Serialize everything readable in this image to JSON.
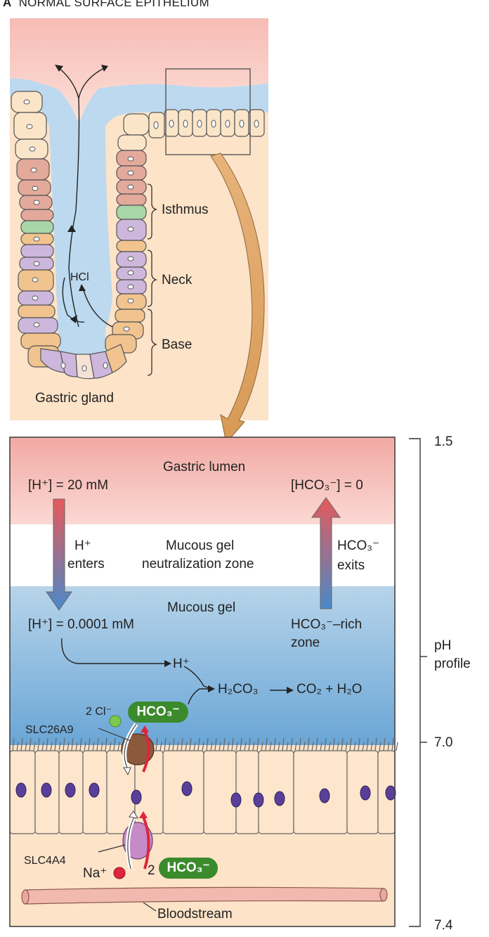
{
  "panel": {
    "letter": "A",
    "title": "NORMAL SURFACE EPITHELIUM"
  },
  "gland": {
    "hcl": "HCl",
    "isthmus": "Isthmus",
    "neck": "Neck",
    "base": "Base",
    "caption": "Gastric gland"
  },
  "detail": {
    "gastric_lumen": "Gastric lumen",
    "h_conc_lumen": "[H⁺] = 20 mM",
    "hco3_conc_lumen": "[HCO₃⁻] = 0",
    "h_enters_1": "H⁺",
    "h_enters_2": "enters",
    "neutral_zone_1": "Mucous gel",
    "neutral_zone_2": "neutralization zone",
    "hco3_exits_1": "HCO₃⁻",
    "hco3_exits_2": "exits",
    "mucous_gel": "Mucous gel",
    "h_conc_gel": "[H⁺] = 0.0001 mM",
    "rich_zone_1": "HCO₃⁻–rich",
    "rich_zone_2": "zone",
    "h_ion": "H⁺",
    "h2co3": "H₂CO₃",
    "co2_h2o": "CO₂ + H₂O",
    "two_cl": "2 Cl⁻",
    "hco3_pill_top": "HCO₃⁻",
    "slc26a9": "SLC26A9",
    "slc4a4": "SLC4A4",
    "na": "Na⁺",
    "two": "2",
    "hco3_pill_bottom": "HCO₃⁻",
    "bloodstream": "Bloodstream"
  },
  "ph_profile": {
    "label_1": "pH",
    "label_2": "profile",
    "v_top": "1.5",
    "v_mid": "7.0",
    "v_bottom": "7.4"
  },
  "colors": {
    "lumen_pink": "#f4b3ae",
    "gel_blue": "#b9d7ec",
    "tissue_peach": "#fde3c8",
    "hco3_green": "#3b8a2c",
    "na_red": "#e0243c",
    "cl_green": "#7ec850",
    "transporter_brown": "#8b5a3c",
    "transporter_purple": "#c58bc7"
  }
}
